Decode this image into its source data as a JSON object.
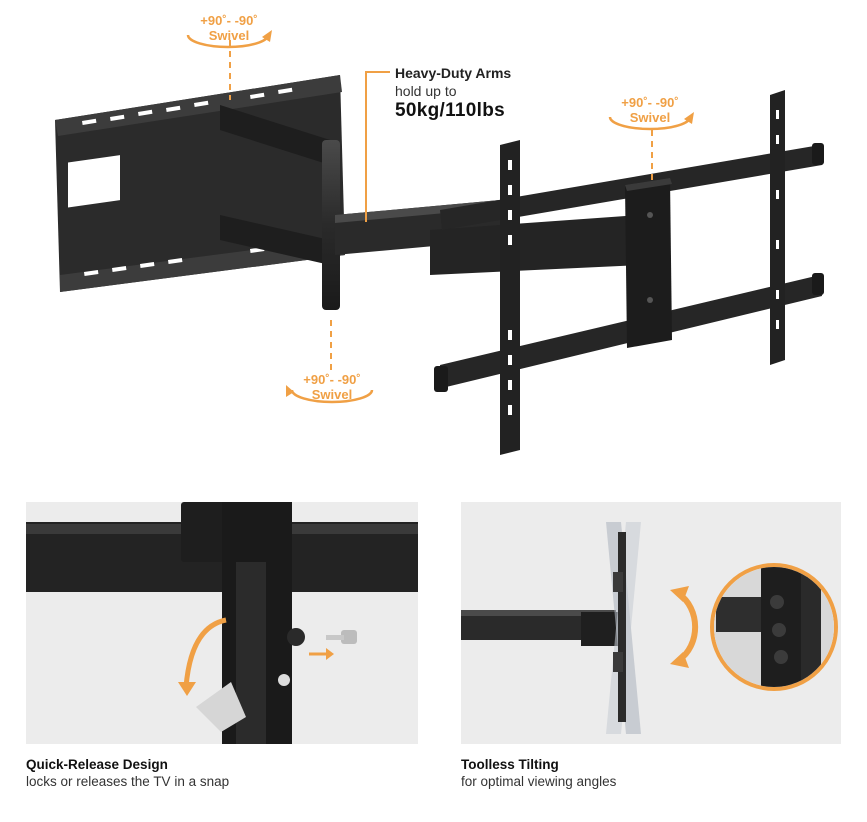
{
  "swivel": {
    "top_left": {
      "degrees": "+90˚- -90˚",
      "word": "Swivel"
    },
    "top_right": {
      "degrees": "+90˚- -90˚",
      "word": "Swivel"
    },
    "bottom_middle": {
      "degrees": "+90˚- -90˚",
      "word": "Swivel"
    }
  },
  "callout": {
    "title": "Heavy-Duty Arms",
    "subtitle": "hold up to",
    "capacity": "50kg/110lbs"
  },
  "features": [
    {
      "title": "Quick-Release Design",
      "description": "locks or releases the TV in a snap"
    },
    {
      "title": "Toolless Tilting",
      "description": "for optimal viewing angles"
    }
  ],
  "colors": {
    "accent": "#f0a045",
    "metal": "#2a2a2a",
    "panel_bg": "#ececec"
  }
}
